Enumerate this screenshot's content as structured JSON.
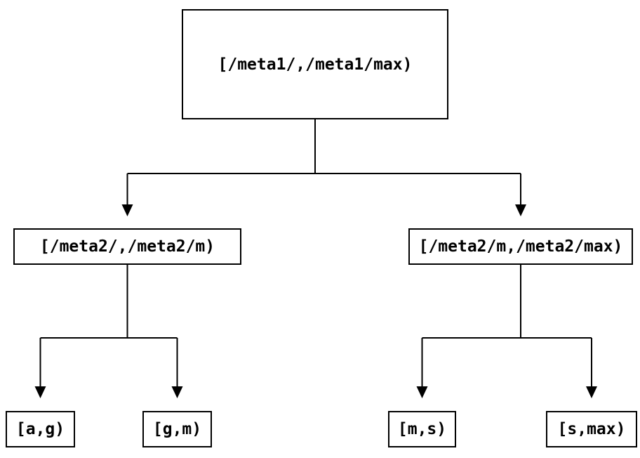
{
  "diagram": {
    "type": "tree",
    "tree": {
      "label": "[/meta1/,/meta1/max)",
      "children": [
        {
          "label": "[/meta2/,/meta2/m)",
          "children": [
            {
              "label": "[a,g)"
            },
            {
              "label": "[g,m)"
            }
          ]
        },
        {
          "label": "[/meta2/m,/meta2/max)",
          "children": [
            {
              "label": "[m,s)"
            },
            {
              "label": "[s,max)"
            }
          ]
        }
      ]
    },
    "colors": {
      "background": "#ffffff",
      "box_border": "#000000",
      "line": "#000000",
      "text": "#000000"
    }
  }
}
